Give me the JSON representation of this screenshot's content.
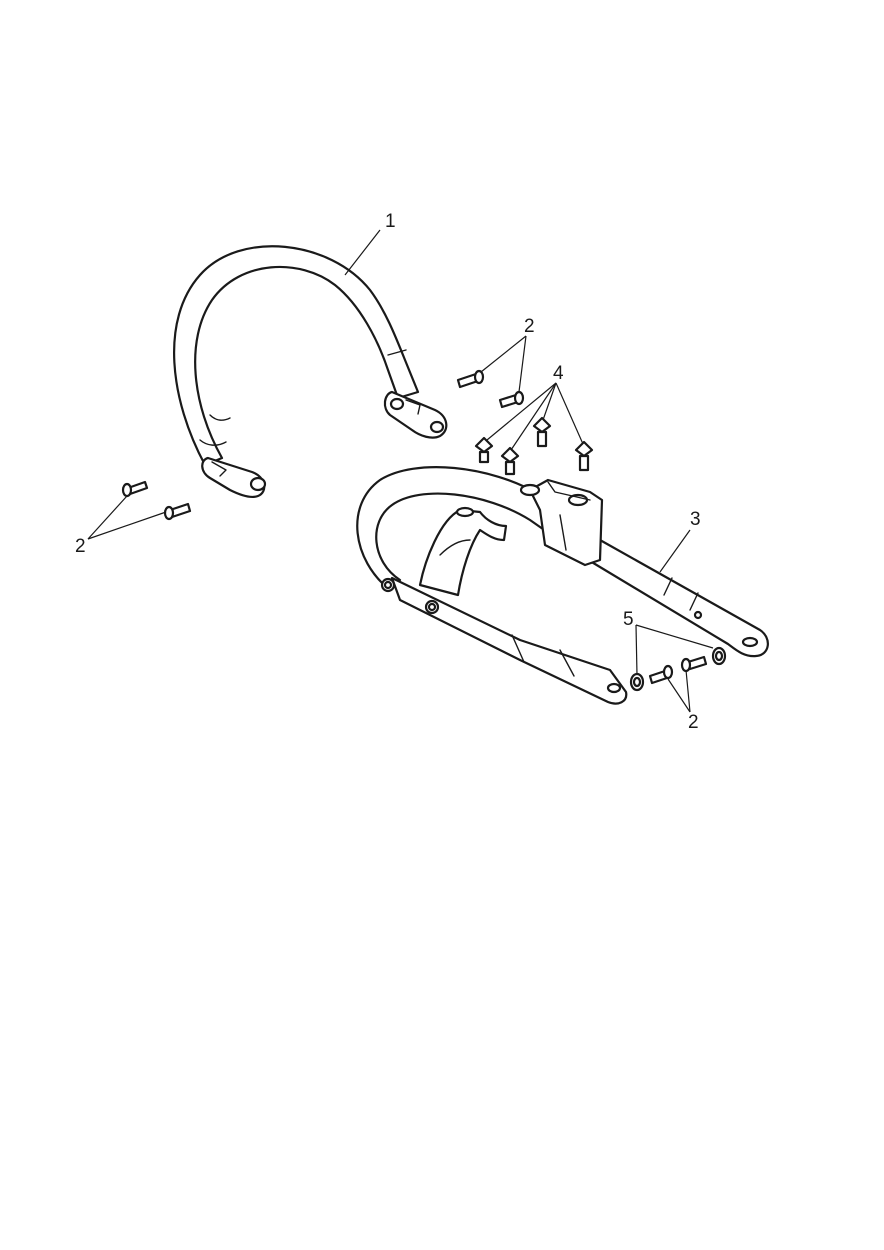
{
  "diagram": {
    "callouts": {
      "c1": "1",
      "c2_top": "2",
      "c2_left": "2",
      "c2_bottom": "2",
      "c3": "3",
      "c4": "4",
      "c5": "5"
    }
  }
}
